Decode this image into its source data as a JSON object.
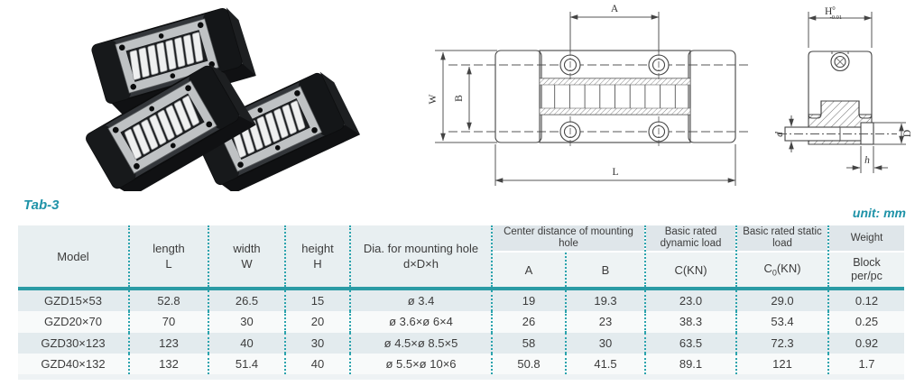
{
  "page": {
    "tab_label": "Tab-3",
    "unit_label": "unit: mm"
  },
  "colors": {
    "accent_teal": "#2b9ba5",
    "accent_text_teal": "#1f93a8",
    "row_shade": "#e3ebee"
  },
  "drawings": {
    "top_view": {
      "dim_a": "A",
      "dim_w": "W",
      "dim_b": "B",
      "dim_l": "L"
    },
    "cross_section": {
      "dim_height": "H",
      "tol_sup": "0",
      "tol_sub": "-0.01",
      "dim_d_small": "d",
      "dim_d_big": "D",
      "dim_h_small": "h"
    }
  },
  "table": {
    "headers": {
      "model": "Model",
      "length": {
        "line1": "length",
        "line2": "L"
      },
      "width": {
        "line1": "width",
        "line2": "W"
      },
      "height": {
        "line1": "height",
        "line2": "H"
      },
      "dia": {
        "line1": "Dia. for mounting hole",
        "line2": "d×D×h"
      },
      "center_distance": {
        "title": "Center distance of mounting hole",
        "sub_a": "A",
        "sub_b": "B"
      },
      "dynamic_load": {
        "title": "Basic rated dynamic load",
        "sub": "C(KN)"
      },
      "static_load": {
        "title": "Basic rated static load",
        "sub_prefix": "C",
        "sub_sub": "0",
        "sub_suffix": "(KN)"
      },
      "weight": {
        "title": "Weight",
        "sub_line1": "Block",
        "sub_line2": "per/pc"
      }
    },
    "rows": [
      {
        "model": "GZD15×53",
        "length": "52.8",
        "width": "26.5",
        "height": "15",
        "dia": "ø 3.4",
        "a": "19",
        "b": "19.3",
        "c": "23.0",
        "c0": "29.0",
        "weight": "0.12"
      },
      {
        "model": "GZD20×70",
        "length": "70",
        "width": "30",
        "height": "20",
        "dia": "ø 3.6×ø 6×4",
        "a": "26",
        "b": "23",
        "c": "38.3",
        "c0": "53.4",
        "weight": "0.25"
      },
      {
        "model": "GZD30×123",
        "length": "123",
        "width": "40",
        "height": "30",
        "dia": "ø 4.5×ø 8.5×5",
        "a": "58",
        "b": "30",
        "c": "63.5",
        "c0": "72.3",
        "weight": "0.92"
      },
      {
        "model": "GZD40×132",
        "length": "132",
        "width": "51.4",
        "height": "40",
        "dia": "ø 5.5×ø 10×6",
        "a": "50.8",
        "b": "41.5",
        "c": "89.1",
        "c0": "121",
        "weight": "1.7"
      }
    ]
  }
}
